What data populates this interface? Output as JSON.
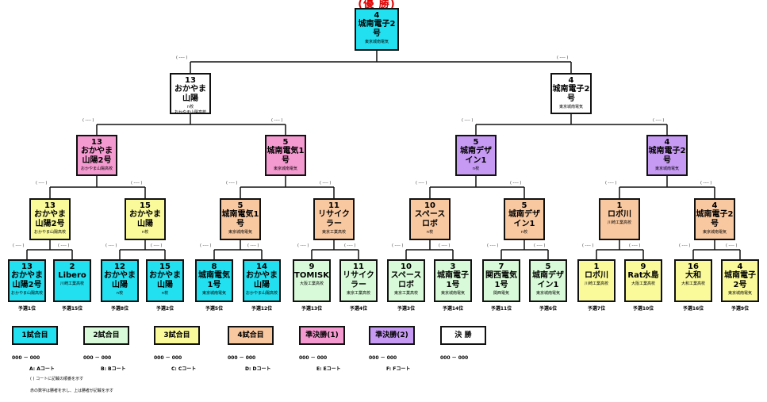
{
  "header": {
    "title": "(優 勝)"
  },
  "final_box": {
    "seed": "4",
    "name": "城南電子2号",
    "sub": "東京城南電気"
  },
  "score_text": "( ---- )",
  "rounds": {
    "semi": [
      {
        "seed": "13",
        "name": "おかやま山陽",
        "sub": "n校",
        "sub2": "おかやま山陽高校",
        "color": "white"
      },
      {
        "seed": "4",
        "name": "城南電子2号",
        "sub": "東京城南電気",
        "color": "white"
      }
    ],
    "qf": [
      {
        "seed": "13",
        "name": "おかやま山陽2号",
        "sub": "おかやま山陽高校",
        "color": "pink"
      },
      {
        "seed": "5",
        "name": "城南電気1号",
        "sub": "東京城南電気",
        "color": "pink"
      },
      {
        "seed": "5",
        "name": "城南デザイン1",
        "sub": "n校",
        "color": "lav"
      },
      {
        "seed": "4",
        "name": "城南電子2号",
        "sub": "東京城南電気",
        "color": "lav"
      }
    ],
    "r3": [
      {
        "seed": "13",
        "name": "おかやま山陽2号",
        "sub": "おかやま山陽高校",
        "color": "yel"
      },
      {
        "seed": "15",
        "name": "おかやま山陽",
        "sub": "n校",
        "color": "yel"
      },
      {
        "seed": "5",
        "name": "城南電気1号",
        "sub": "東京城南電気",
        "color": "peach"
      },
      {
        "seed": "11",
        "name": "リサイクラー",
        "sub": "東京工業高校",
        "color": "peach"
      },
      {
        "seed": "10",
        "name": "スペースロボ",
        "sub": "n校",
        "color": "peach"
      },
      {
        "seed": "5",
        "name": "城南デザイン1",
        "sub": "n校",
        "color": "peach"
      },
      {
        "seed": "1",
        "name": "ロボ川",
        "sub": "川崎工業高校",
        "color": "peach"
      },
      {
        "seed": "4",
        "name": "城南電子2号",
        "sub": "東京城南電気",
        "color": "peach"
      }
    ],
    "r1": [
      {
        "seed": "13",
        "name": "おかやま山陽2号",
        "sub": "おかやま山陽高校",
        "color": "cyan",
        "rank": "予選1位"
      },
      {
        "seed": "2",
        "name": "Libero",
        "sub": "川崎工業高校",
        "color": "cyan",
        "rank": "予選15位"
      },
      {
        "seed": "12",
        "name": "おかやま山陽",
        "sub": "n校",
        "color": "cyan",
        "rank": "予選8位"
      },
      {
        "seed": "15",
        "name": "おかやま山陽",
        "sub": "n校",
        "color": "cyan",
        "rank": "予選2位"
      },
      {
        "seed": "8",
        "name": "城南電気1号",
        "sub": "東京城南電気",
        "color": "cyan",
        "rank": "予選5位"
      },
      {
        "seed": "14",
        "name": "おかやま山陽",
        "sub": "おかやま山陽高校",
        "color": "cyan",
        "rank": "予選12位"
      },
      {
        "seed": "9",
        "name": "TOMISKY+A",
        "sub": "大阪工業高校",
        "color": "mint",
        "rank": "予選13位"
      },
      {
        "seed": "11",
        "name": "リサイクラー",
        "sub": "東京工業高校",
        "color": "mint",
        "rank": "予選4位"
      },
      {
        "seed": "10",
        "name": "スペースロボ",
        "sub": "東京工業高校",
        "color": "mint",
        "rank": "予選3位"
      },
      {
        "seed": "3",
        "name": "城南電子1号",
        "sub": "東京城南電気",
        "color": "mint",
        "rank": "予選14位"
      },
      {
        "seed": "7",
        "name": "関西電気1号",
        "sub": "関西電気",
        "color": "mint",
        "rank": "予選11位"
      },
      {
        "seed": "5",
        "name": "城南デザイン1",
        "sub": "東京城南電気",
        "color": "mint",
        "rank": "予選6位"
      },
      {
        "seed": "1",
        "name": "ロボ川",
        "sub": "川崎工業高校",
        "color": "yel",
        "rank": "予選7位"
      },
      {
        "seed": "9",
        "name": "Rat水島",
        "sub": "大阪工業高校",
        "color": "yel",
        "rank": "予選10位"
      },
      {
        "seed": "16",
        "name": "大和",
        "sub": "大和工業高校",
        "color": "yel",
        "rank": "予選16位"
      },
      {
        "seed": "4",
        "name": "城南電子2号",
        "sub": "東京城南電気",
        "color": "yel",
        "rank": "予選9位"
      }
    ]
  },
  "legend": [
    {
      "label": "1試合目",
      "color": "cyan",
      "score": "000 － 000",
      "court": "A: Aコート"
    },
    {
      "label": "2試合目",
      "color": "mint",
      "score": "000 － 000",
      "court": "B: Bコート"
    },
    {
      "label": "3試合目",
      "color": "yel",
      "score": "000 － 000",
      "court": "C: Cコート"
    },
    {
      "label": "4試合目",
      "color": "peach",
      "score": "000 － 000",
      "court": "D: Dコート"
    },
    {
      "label": "準決勝(1)",
      "color": "pink",
      "score": "000 － 000",
      "court": "E: Eコート"
    },
    {
      "label": "準決勝(2)",
      "color": "lav",
      "score": "000 － 000",
      "court": "F: Fコート"
    },
    {
      "label": "決 勝",
      "color": "white",
      "score": "000 － 000",
      "court": ""
    }
  ],
  "notes": {
    "line1": "( ) コートに記載の順番を示す",
    "line2": "赤の数字は勝者を示し、上は勝者が記載を示す"
  }
}
